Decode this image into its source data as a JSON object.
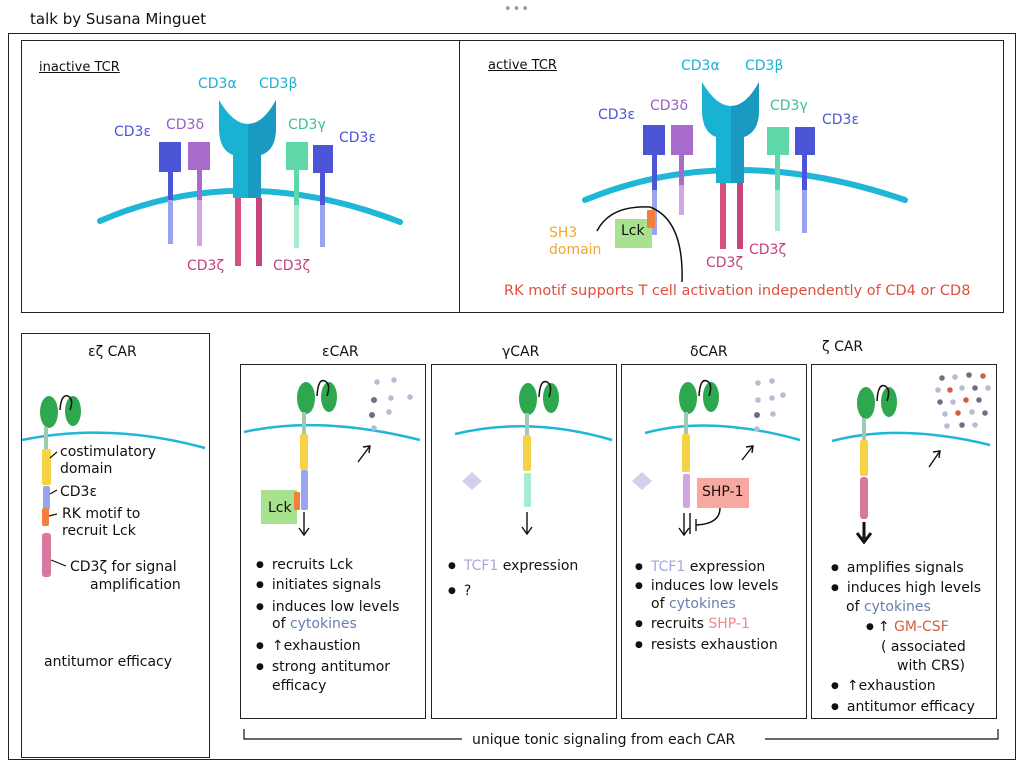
{
  "header": {
    "title": "talk  by Susana Minguet",
    "menu_dots": "•••"
  },
  "inactive_tcr": {
    "heading": "inactive TCR",
    "cd3a": "CD3α",
    "cd3b": "CD3β",
    "cd3e_left": "CD3ε",
    "cd3d": "CD3δ",
    "cd3g": "CD3γ",
    "cd3e_right": "CD3ε",
    "cd3z_left": "CD3ζ",
    "cd3z_right": "CD3ζ"
  },
  "active_tcr": {
    "heading": "active TCR",
    "cd3a": "CD3α",
    "cd3b": "CD3β",
    "cd3e_left": "CD3ε",
    "cd3d": "CD3δ",
    "cd3g": "CD3γ",
    "cd3e_right": "CD3ε",
    "cd3z_left": "CD3ζ",
    "cd3z_right": "CD3ζ",
    "sh3_line1": "SH3",
    "sh3_line2": "domain",
    "lck": "Lck",
    "rk_motif": "RK motif supports T cell activation independently of CD4 or CD8"
  },
  "ez_car": {
    "heading": "εζ CAR",
    "costim_line1": "costimulatory",
    "costim_line2": "domain",
    "cd3e": "CD3ε",
    "rk_line1": "RK motif to",
    "rk_line2": "recruit Lck",
    "cd3z_line1": "CD3ζ  for signal",
    "cd3z_line2": "amplification",
    "efficacy": "antitumor efficacy"
  },
  "e_car": {
    "heading": "εCAR",
    "lck": "Lck",
    "bullets": {
      "b1": "recruits  Lck",
      "b2": "initiates signals",
      "b3_line1": "induces low levels",
      "b3_line2_prefix": "of",
      "b3_line2_colored": "cytokines",
      "b4": "↑exhaustion",
      "b5_line1": "strong antitumor",
      "b5_line2": "efficacy"
    }
  },
  "g_car": {
    "heading": "γCAR",
    "bullets": {
      "b1_colored": "TCF1",
      "b1_rest": "expression",
      "b2": "?"
    }
  },
  "d_car": {
    "heading": "δCAR",
    "shp1_box": "SHP-1",
    "bullets": {
      "b1_colored": "TCF1",
      "b1_rest": "expression",
      "b2_line1": "induces low levels",
      "b2_line2_prefix": "of",
      "b2_line2_colored": "cytokines",
      "b3_prefix": "recruits",
      "b3_colored": "SHP-1",
      "b4": "resists exhaustion"
    }
  },
  "z_car": {
    "heading": "ζ CAR",
    "bullets": {
      "b1": "amplifies signals",
      "b2_line1": "induces high levels",
      "b2_line2_prefix": "of",
      "b2_line2_colored": "cytokines",
      "sub_arrow": "↑",
      "sub_colored": "GM-CSF",
      "sub_line2": "( associated",
      "sub_line3": "with CRS)",
      "b3": "↑exhaustion",
      "b4": "antitumor efficacy"
    }
  },
  "footer": {
    "bracket_label": "unique tonic signaling from each CAR"
  },
  "colors": {
    "membrane": "#1fb6d8",
    "cd3e": "#4b55d6",
    "cd3d": "#a86bcc",
    "cd3g": "#5fd8a8",
    "cd3z": "#d8507f",
    "tcr_stem": "#1a9ac0",
    "scfv": "#2ea84f",
    "costim": "#f5d246",
    "lck_box": "#a9e28f",
    "rk_motif": "#f0803a",
    "shp1_box": "#f7a8a0",
    "diamond": "#d4d0ec"
  }
}
